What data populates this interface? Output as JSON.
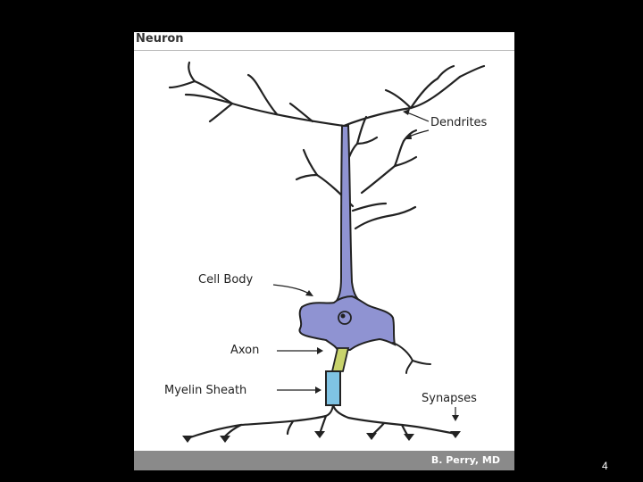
{
  "figure": {
    "title": "Neuron",
    "credit": "B. Perry, MD",
    "labels": {
      "dendrites": "Dendrites",
      "cell_body": "Cell Body",
      "axon": "Axon",
      "myelin_sheath": "Myelin Sheath",
      "synapses": "Synapses"
    }
  },
  "colors": {
    "cell_body": "#8f93d2",
    "axon": "#c8d36c",
    "myelin": "#7fc3e3",
    "outline": "#222222"
  },
  "slide_number": "4"
}
